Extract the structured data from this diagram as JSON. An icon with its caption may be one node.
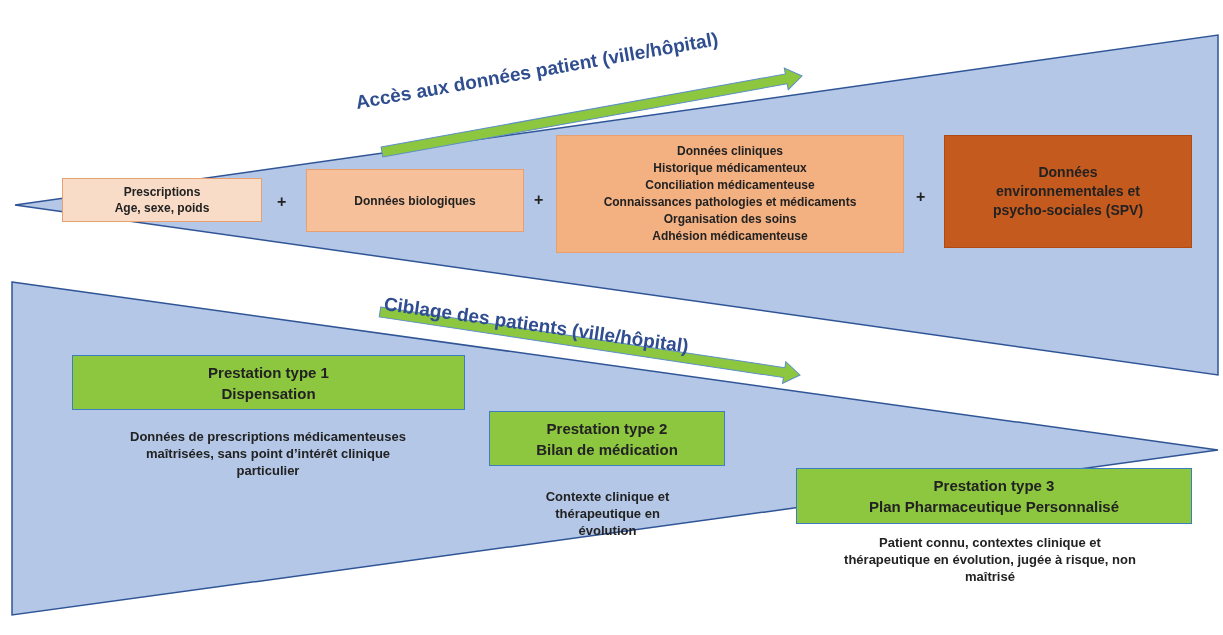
{
  "diagram": {
    "nodes": [
      {
        "text": [
          "Prescriptions",
          "Age, sexe, poids"
        ]
      },
      {
        "text": [
          "Données biologiques"
        ]
      },
      {
        "text": [
          "Données cliniques",
          "Historique médicamenteux",
          "Conciliation médicamenteuse",
          "Connaissances pathologies et médicaments",
          "Organisation des soins",
          "Adhésion médicamenteuse"
        ]
      },
      {
        "text": [
          "Données environnementales et psycho-sociales  (SPV)"
        ]
      },
      {
        "text": [
          "Prestation type 1",
          "Dispensation"
        ],
        "beside": [
          "Données de prescriptions médicamenteuses maîtrisées, sans point d’intérêt clinique particulier"
        ]
      },
      {
        "text": [
          "Prestation type 2",
          "Bilan de médication"
        ],
        "beside": [
          "Contexte clinique et thérapeutique en évolution"
        ]
      },
      {
        "text": [
          "Prestation type 3",
          "Plan Pharmaceutique Personnalisé"
        ],
        "beside": [
          "Patient connu, contextes clinique et thérapeutique en évolution, jugée à risque, non maîtrisé"
        ]
      }
    ],
    "labels": [
      "Accès aux données patient (ville/hôpital)",
      "+",
      "+",
      "+",
      "Ciblage des patients (ville/hôpital)"
    ]
  }
}
